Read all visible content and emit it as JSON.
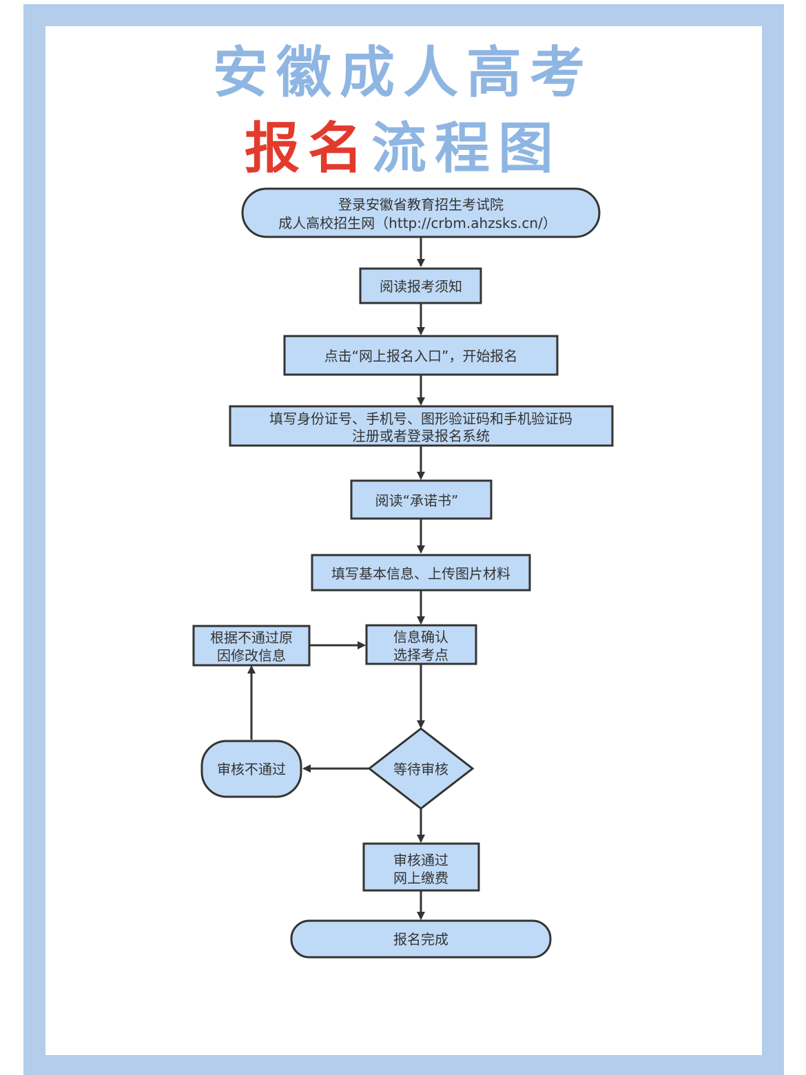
{
  "title": {
    "line1": "安徽成人高考",
    "line2_red": "报名",
    "line2_blue": "流程图"
  },
  "nodes": {
    "login": {
      "line1": "登录安徽省教育招生考试院",
      "line2": "成人高校招生网（http://crbm.ahzsks.cn/）"
    },
    "read_notice": {
      "line1": "阅读报考须知"
    },
    "click_entry": {
      "line1": "点击“网上报名入口”，开始报名"
    },
    "fill_id": {
      "line1": "填写身份证号、手机号、图形验证码和手机验证码",
      "line2": "注册或者登录报名系统"
    },
    "read_pledge": {
      "line1": "阅读“承诺书”"
    },
    "fill_info": {
      "line1": "填写基本信息、上传图片材料"
    },
    "confirm": {
      "line1": "信息确认",
      "line2": "选择考点"
    },
    "modify": {
      "line1": "根据不通过原",
      "line2": "因修改信息"
    },
    "wait_review": {
      "line1": "等待审核"
    },
    "rejected": {
      "line1": "审核不通过"
    },
    "approved": {
      "line1": "审核通过",
      "line2": "网上缴费"
    },
    "done": {
      "line1": "报名完成"
    }
  },
  "colors": {
    "node_fill": "#bfdaf6",
    "node_stroke": "#333333",
    "border": "#b3cdeb",
    "title_blue": "#8fb6e2",
    "title_red": "#e23b2e"
  }
}
